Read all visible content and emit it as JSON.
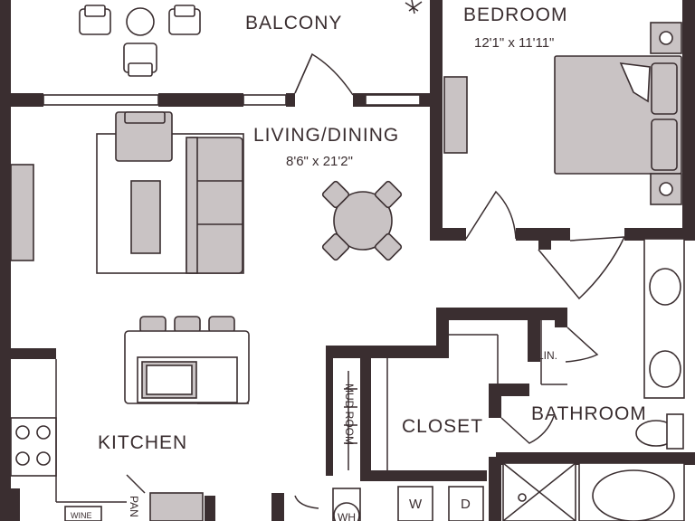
{
  "rooms": {
    "balcony": "BALCONY",
    "bedroom": "BEDROOM",
    "bedroom_dim": "12'1\" x 11'11\"",
    "living": "LIVING/DINING",
    "living_dim": "8'6\" x 21'2\"",
    "kitchen": "KITCHEN",
    "closet": "CLOSET",
    "bathroom": "BATHROOM",
    "linen": "LIN.",
    "mud_room": "MUD ROOM",
    "pantry": "PAN",
    "wine": "WINE",
    "washer": "W",
    "dryer": "D",
    "water_heater": "WH"
  },
  "colors": {
    "wall": "#3a2e30",
    "furniture_fill": "#c9c3c4",
    "background": "#ffffff"
  }
}
